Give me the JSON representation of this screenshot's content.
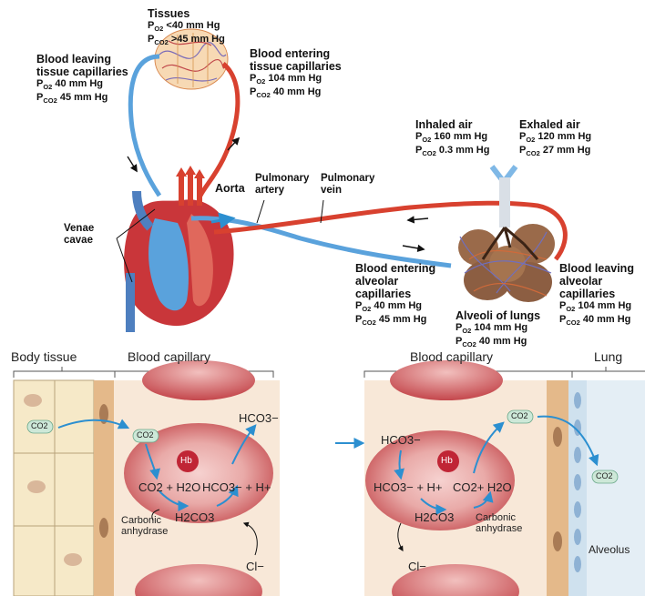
{
  "top": {
    "tissues": {
      "title": "Tissues",
      "po2": "<40 mm Hg",
      "pco2": ">45 mm Hg"
    },
    "leaving_tissue": {
      "title": "Blood leaving tissue capillaries",
      "po2": "40 mm Hg",
      "pco2": "45 mm Hg"
    },
    "entering_tissue": {
      "title": "Blood entering tissue capillaries",
      "po2": "104 mm Hg",
      "pco2": "40 mm Hg"
    },
    "inhaled": {
      "title": "Inhaled air",
      "po2": "160 mm Hg",
      "pco2": "0.3 mm Hg"
    },
    "exhaled": {
      "title": "Exhaled air",
      "po2": "120 mm Hg",
      "pco2": "27 mm Hg"
    },
    "aorta": "Aorta",
    "pulmonary_artery": "Pulmonary artery",
    "pulmonary_vein": "Pulmonary vein",
    "venae_cavae": "Venae cavae",
    "entering_alveolar": {
      "title": "Blood entering alveolar capillaries",
      "po2": "40 mm Hg",
      "pco2": "45 mm Hg"
    },
    "alveoli": {
      "title": "Alveoli of lungs",
      "po2": "104 mm Hg",
      "pco2": "40 mm Hg"
    },
    "leaving_alveolar": {
      "title": "Blood leaving alveolar capillaries",
      "po2": "104 mm Hg",
      "pco2": "40 mm Hg"
    }
  },
  "bottom_left": {
    "body_tissue": "Body tissue",
    "blood_capillary": "Blood capillary",
    "co2": "CO2",
    "hb": "Hb",
    "hco3": "HCO3−",
    "reaction_left": "CO2 + H2O",
    "reaction_right": "HCO3− + H+",
    "h2co3": "H2CO3",
    "enzyme": "Carbonic anhydrase",
    "cl": "Cl−"
  },
  "bottom_right": {
    "blood_capillary": "Blood capillary",
    "lung": "Lung",
    "hco3": "HCO3−",
    "hb": "Hb",
    "reaction_left": "HCO3− + H+",
    "reaction_right": "CO2+ H2O",
    "h2co3": "H2CO3",
    "enzyme": "Carbonic anhydrase",
    "cl": "Cl−",
    "co2": "CO2",
    "alveolus": "Alveolus"
  },
  "colors": {
    "oxygenated": "#d8412f",
    "deoxygenated": "#5aa2dc",
    "rbc": "#e8a6a4",
    "tissue": "#f6e9c8"
  }
}
